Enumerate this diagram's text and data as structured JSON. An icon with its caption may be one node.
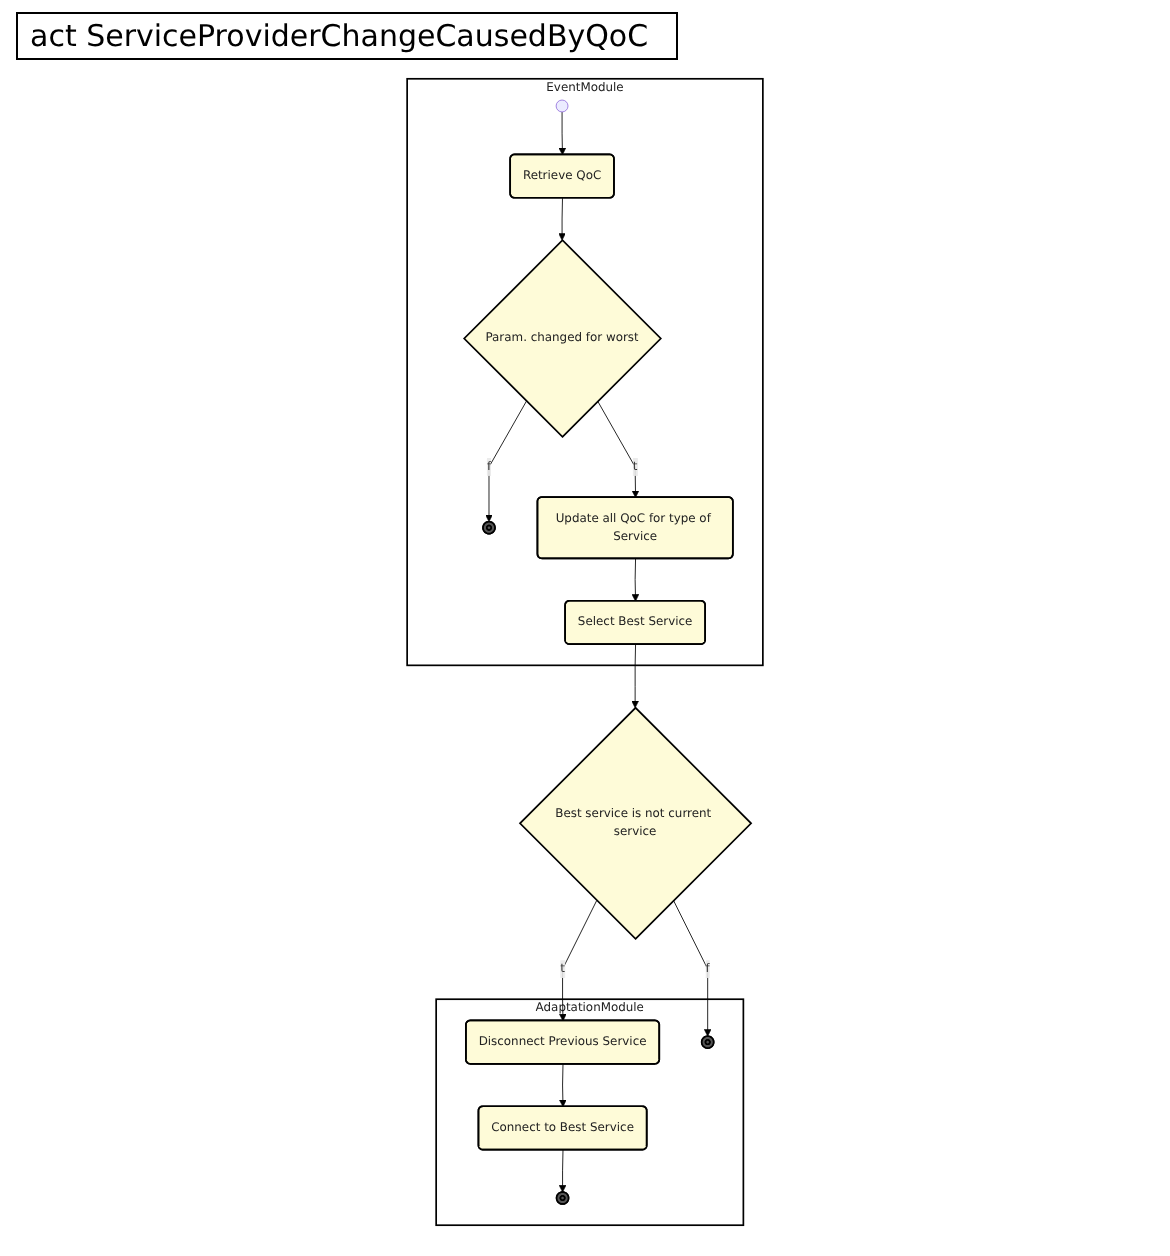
{
  "diagram": {
    "title": "act ServiceProviderChangeCausedByQoC",
    "nodes": [
      {
        "text": [
          "EventModule"
        ]
      },
      {
        "text": [],
        "shape": "circle",
        "in": 0
      },
      {
        "text": [
          "Retrieve QoC"
        ],
        "in": 0
      },
      {
        "text": [
          "Param. changed for worst"
        ],
        "in": 0
      },
      {
        "text": [],
        "shape": "circle",
        "in": 0
      },
      {
        "text": [
          "Update all QoC for type of Service"
        ],
        "in": 0
      },
      {
        "text": [
          "Select Best Service"
        ],
        "in": 0
      },
      {
        "text": [
          "AdaptationModule"
        ]
      },
      {
        "text": [],
        "shape": "circle",
        "in": 7
      },
      {
        "text": [
          "Connect to Best Service"
        ],
        "in": 7
      },
      {
        "text": [
          "Disconnect Previous Service"
        ],
        "in": 7
      },
      {
        "text": [
          "Best service is not current service"
        ]
      },
      {
        "text": [],
        "shape": "circle",
        "in": 7
      }
    ],
    "edges": [
      {
        "from": 1,
        "to": 2,
        "arrow": "to"
      },
      {
        "from": 2,
        "to": 3,
        "arrow": "to"
      },
      {
        "from": 3,
        "to": 4,
        "arrow": "to",
        "label": "f"
      },
      {
        "from": 3,
        "to": 5,
        "arrow": "to",
        "label": "t"
      },
      {
        "from": 5,
        "to": 6,
        "arrow": "to"
      },
      {
        "from": 6,
        "to": 11,
        "arrow": "to"
      },
      {
        "from": 11,
        "to": 10,
        "arrow": "to",
        "label": "t"
      },
      {
        "from": 11,
        "to": 12,
        "arrow": "to",
        "label": "f"
      },
      {
        "from": 10,
        "to": 9,
        "arrow": "to"
      },
      {
        "from": 9,
        "to": 8,
        "arrow": "to"
      }
    ]
  }
}
